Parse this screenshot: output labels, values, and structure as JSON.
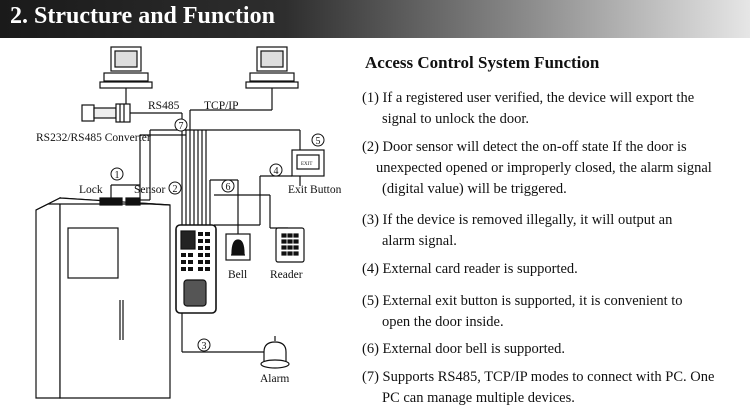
{
  "banner": {
    "title": "2. Structure and Function"
  },
  "diagram": {
    "labels": {
      "rs485": "RS485",
      "tcpip": "TCP/IP",
      "converter": "RS232/RS485 Converter",
      "lock": "Lock",
      "sensor": "Sensor",
      "exit_button": "Exit Button",
      "bell": "Bell",
      "reader": "Reader",
      "alarm": "Alarm"
    },
    "callouts": [
      "1",
      "2",
      "3",
      "4",
      "5",
      "6",
      "7"
    ],
    "exit_button_plate": "EXIT"
  },
  "functions": {
    "title": "Access Control System Function",
    "items": [
      {
        "line1": "(1) If a registered user verified, the device  will export the",
        "line2": "signal  to unlock the door."
      },
      {
        "line1": "(2) Door  sensor will  detect  the  on-off  state If the door is",
        "line2": "unexpected opened or improperly closed, the alarm signal",
        "line3": "(digital value) will be triggered."
      },
      {
        "line1": "(3) If the device is removed illegally, it will output an",
        "line2": "alarm signal."
      },
      {
        "line1": "(4) External  card  reader  is supported."
      },
      {
        "line1": "(5) External  exit  button  is supported,   it is convenient to",
        "line2": "open the door inside."
      },
      {
        "line1": "(6) External door bell is supported."
      },
      {
        "line1": "(7) Supports  RS485, TCP/IP modes to connect with PC. One",
        "line2": "PC can manage multiple devices."
      }
    ]
  }
}
